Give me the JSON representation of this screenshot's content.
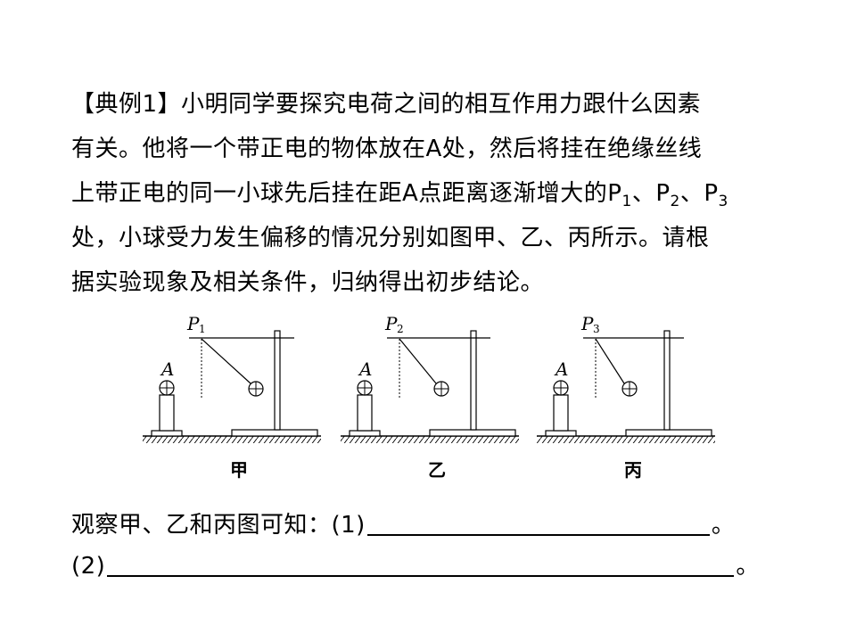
{
  "problem": {
    "line1": "【典例1】小明同学要探究电荷之间的相互作用力跟什么因素",
    "line2": "有关。他将一个带正电的物体放在A处，然后将挂在绝缘丝线",
    "line3_text": "上带正电的同一小球先后挂在距A点距离逐渐增大的",
    "p_letter": "P",
    "sub1": "1",
    "sub2": "2",
    "sub3": "3",
    "sep": "、",
    "line4": "处，小球受力发生偏移的情况分别如图甲、乙、丙所示。请根",
    "line5": "据实验现象及相关条件，归纳得出初步结论。"
  },
  "figures": [
    {
      "label": "甲",
      "point_letter": "P",
      "point_sub": "1",
      "charge_letter": "A",
      "deflection_note": "largest"
    },
    {
      "label": "乙",
      "point_letter": "P",
      "point_sub": "2",
      "charge_letter": "A",
      "deflection_note": "medium"
    },
    {
      "label": "丙",
      "point_letter": "P",
      "point_sub": "3",
      "charge_letter": "A",
      "deflection_note": "smallest"
    }
  ],
  "answers": {
    "q1_prefix": "观察甲、乙和丙图可知：(1)",
    "q1_end": "。",
    "q2_prefix": "(2)",
    "q2_end": "。"
  }
}
